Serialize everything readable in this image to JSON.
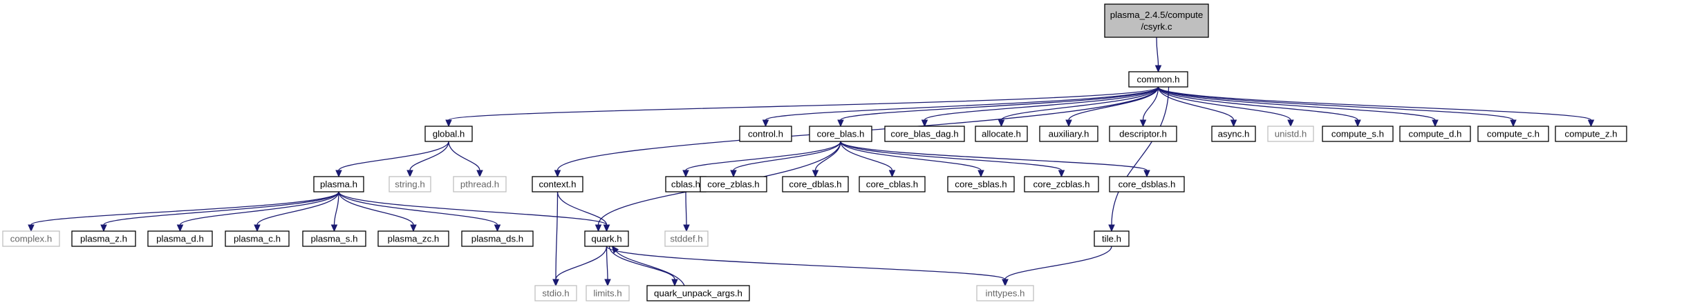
{
  "graph": {
    "title": "",
    "edge_color": "#191970",
    "root_fill": "#bfbfbf",
    "missing_border": "#bfbfbf",
    "nodes": [
      {
        "id": "root",
        "lines": [
          "plasma_2.4.5/compute",
          "/csyrk.c"
        ],
        "kind": "root"
      },
      {
        "id": "common",
        "lines": [
          "common.h"
        ],
        "kind": "normal"
      },
      {
        "id": "global",
        "lines": [
          "global.h"
        ],
        "kind": "normal"
      },
      {
        "id": "control",
        "lines": [
          "control.h"
        ],
        "kind": "normal"
      },
      {
        "id": "core_blas",
        "lines": [
          "core_blas.h"
        ],
        "kind": "normal"
      },
      {
        "id": "core_blas_dag",
        "lines": [
          "core_blas_dag.h"
        ],
        "kind": "normal"
      },
      {
        "id": "allocate",
        "lines": [
          "allocate.h"
        ],
        "kind": "normal"
      },
      {
        "id": "auxiliary",
        "lines": [
          "auxiliary.h"
        ],
        "kind": "normal"
      },
      {
        "id": "descriptor",
        "lines": [
          "descriptor.h"
        ],
        "kind": "normal"
      },
      {
        "id": "async",
        "lines": [
          "async.h"
        ],
        "kind": "normal"
      },
      {
        "id": "unistd",
        "lines": [
          "unistd.h"
        ],
        "kind": "missing"
      },
      {
        "id": "compute_s",
        "lines": [
          "compute_s.h"
        ],
        "kind": "normal"
      },
      {
        "id": "compute_d",
        "lines": [
          "compute_d.h"
        ],
        "kind": "normal"
      },
      {
        "id": "compute_c",
        "lines": [
          "compute_c.h"
        ],
        "kind": "normal"
      },
      {
        "id": "compute_z",
        "lines": [
          "compute_z.h"
        ],
        "kind": "normal"
      },
      {
        "id": "plasma",
        "lines": [
          "plasma.h"
        ],
        "kind": "normal"
      },
      {
        "id": "string",
        "lines": [
          "string.h"
        ],
        "kind": "missing"
      },
      {
        "id": "pthread",
        "lines": [
          "pthread.h"
        ],
        "kind": "missing"
      },
      {
        "id": "context",
        "lines": [
          "context.h"
        ],
        "kind": "normal"
      },
      {
        "id": "cblas",
        "lines": [
          "cblas.h"
        ],
        "kind": "normal"
      },
      {
        "id": "core_zblas",
        "lines": [
          "core_zblas.h"
        ],
        "kind": "normal"
      },
      {
        "id": "core_dblas",
        "lines": [
          "core_dblas.h"
        ],
        "kind": "normal"
      },
      {
        "id": "core_cblas",
        "lines": [
          "core_cblas.h"
        ],
        "kind": "normal"
      },
      {
        "id": "core_sblas",
        "lines": [
          "core_sblas.h"
        ],
        "kind": "normal"
      },
      {
        "id": "core_zcblas",
        "lines": [
          "core_zcblas.h"
        ],
        "kind": "normal"
      },
      {
        "id": "core_dsblas",
        "lines": [
          "core_dsblas.h"
        ],
        "kind": "normal"
      },
      {
        "id": "complex",
        "lines": [
          "complex.h"
        ],
        "kind": "missing"
      },
      {
        "id": "plasma_z",
        "lines": [
          "plasma_z.h"
        ],
        "kind": "normal"
      },
      {
        "id": "plasma_d",
        "lines": [
          "plasma_d.h"
        ],
        "kind": "normal"
      },
      {
        "id": "plasma_c",
        "lines": [
          "plasma_c.h"
        ],
        "kind": "normal"
      },
      {
        "id": "plasma_s",
        "lines": [
          "plasma_s.h"
        ],
        "kind": "normal"
      },
      {
        "id": "plasma_zc",
        "lines": [
          "plasma_zc.h"
        ],
        "kind": "normal"
      },
      {
        "id": "plasma_ds",
        "lines": [
          "plasma_ds.h"
        ],
        "kind": "normal"
      },
      {
        "id": "quark",
        "lines": [
          "quark.h"
        ],
        "kind": "normal"
      },
      {
        "id": "stddef",
        "lines": [
          "stddef.h"
        ],
        "kind": "missing"
      },
      {
        "id": "tile",
        "lines": [
          "tile.h"
        ],
        "kind": "normal"
      },
      {
        "id": "stdio",
        "lines": [
          "stdio.h"
        ],
        "kind": "missing"
      },
      {
        "id": "limits",
        "lines": [
          "limits.h"
        ],
        "kind": "missing"
      },
      {
        "id": "quark_unpack",
        "lines": [
          "quark_unpack_args.h"
        ],
        "kind": "normal"
      },
      {
        "id": "inttypes",
        "lines": [
          "inttypes.h"
        ],
        "kind": "missing"
      }
    ],
    "edges": [
      [
        "root",
        "common"
      ],
      [
        "common",
        "global"
      ],
      [
        "common",
        "control"
      ],
      [
        "common",
        "core_blas"
      ],
      [
        "common",
        "core_blas_dag"
      ],
      [
        "common",
        "allocate"
      ],
      [
        "common",
        "auxiliary"
      ],
      [
        "common",
        "descriptor"
      ],
      [
        "common",
        "async"
      ],
      [
        "common",
        "unistd"
      ],
      [
        "common",
        "compute_s"
      ],
      [
        "common",
        "compute_d"
      ],
      [
        "common",
        "compute_c"
      ],
      [
        "common",
        "compute_z"
      ],
      [
        "common",
        "context"
      ],
      [
        "common",
        "tile"
      ],
      [
        "global",
        "plasma"
      ],
      [
        "global",
        "string"
      ],
      [
        "global",
        "pthread"
      ],
      [
        "plasma",
        "complex"
      ],
      [
        "plasma",
        "plasma_z"
      ],
      [
        "plasma",
        "plasma_d"
      ],
      [
        "plasma",
        "plasma_c"
      ],
      [
        "plasma",
        "plasma_s"
      ],
      [
        "plasma",
        "plasma_zc"
      ],
      [
        "plasma",
        "plasma_ds"
      ],
      [
        "plasma",
        "quark"
      ],
      [
        "context",
        "quark"
      ],
      [
        "context",
        "stdio"
      ],
      [
        "core_blas",
        "cblas"
      ],
      [
        "core_blas",
        "core_zblas"
      ],
      [
        "core_blas",
        "core_dblas"
      ],
      [
        "core_blas",
        "core_cblas"
      ],
      [
        "core_blas",
        "core_sblas"
      ],
      [
        "core_blas",
        "core_zcblas"
      ],
      [
        "core_blas",
        "core_dsblas"
      ],
      [
        "core_blas",
        "quark"
      ],
      [
        "cblas",
        "stddef"
      ],
      [
        "quark",
        "stdio"
      ],
      [
        "quark",
        "limits"
      ],
      [
        "quark",
        "quark_unpack"
      ],
      [
        "quark",
        "inttypes"
      ],
      [
        "quark_unpack",
        "quark"
      ],
      [
        "tile",
        "inttypes"
      ]
    ]
  }
}
